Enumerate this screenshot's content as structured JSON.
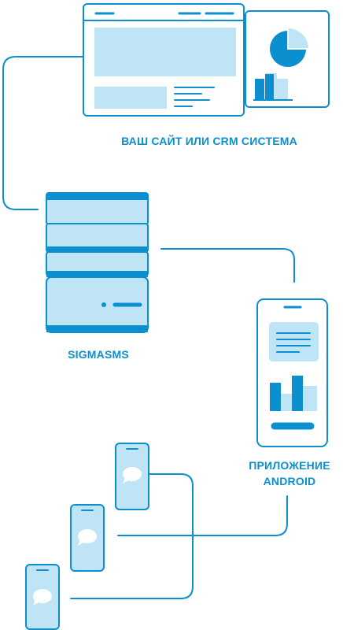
{
  "colors": {
    "stroke": "#0b8fcf",
    "fill_light": "#bfe4f5",
    "fill_mid": "#8fcfee",
    "fill_strong": "#0b8fcf",
    "background": "#ffffff"
  },
  "labels": {
    "site": "ВАШ САЙТ ИЛИ CRM СИСТЕМА",
    "sigmasms": "SIGMASMS",
    "app_line1": "ПРИЛОЖЕНИЕ",
    "app_line2": "ANDROID"
  },
  "icons": [
    "website-icon",
    "dashboard-icon",
    "pie-chart-icon",
    "bar-chart-icon",
    "server-icon",
    "smartphone-icon",
    "message-bubble-icon"
  ]
}
